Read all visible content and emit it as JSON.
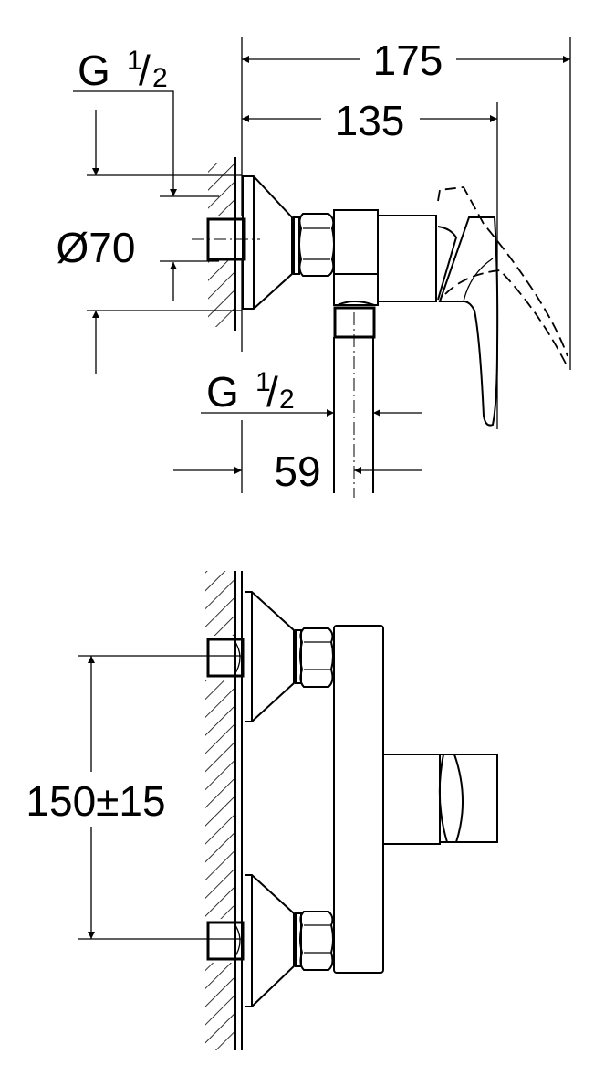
{
  "drawing": {
    "dimensions": {
      "overall_depth": "175",
      "handle_depth": "135",
      "flange_diameter": "Ø70",
      "outlet_offset": "59",
      "inlet_spacing": "150±15"
    },
    "thread_top": {
      "letter": "G",
      "numerator": "1",
      "slash": "/",
      "denominator": "2"
    },
    "thread_bottom": {
      "letter": "G",
      "numerator": "1",
      "slash": "/",
      "denominator": "2"
    }
  }
}
